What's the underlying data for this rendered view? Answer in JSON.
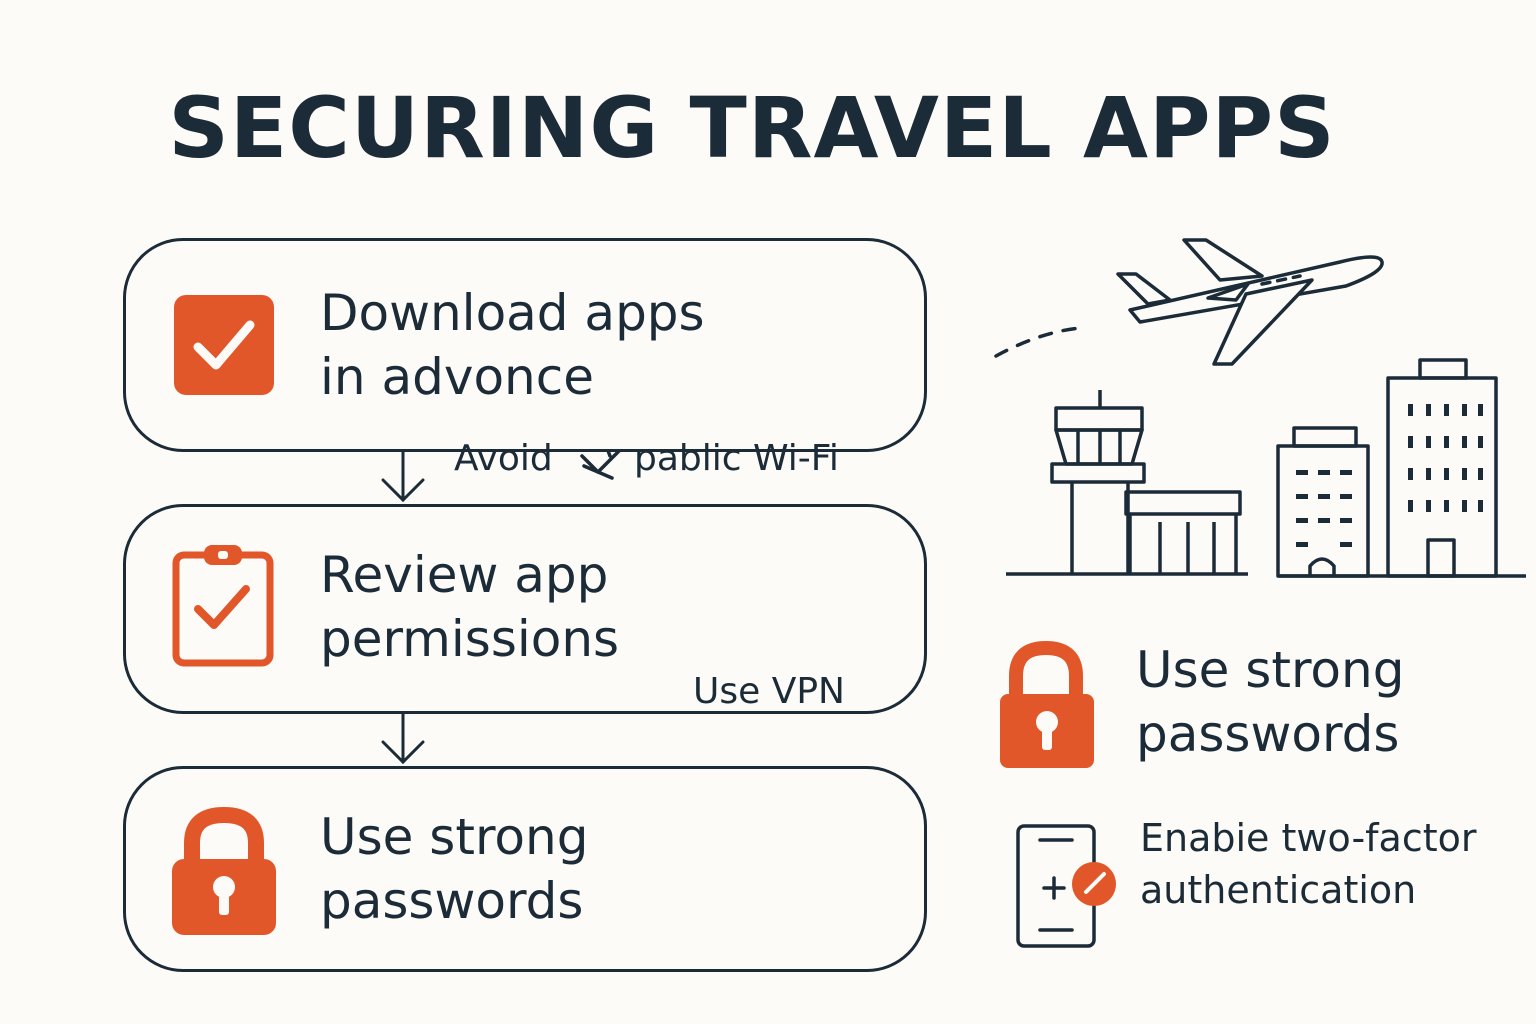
{
  "title": "SECURING TRAVEL APPS",
  "steps": [
    {
      "line1": "Download apps",
      "line2": "in advonce",
      "icon": "checkbox-checked-icon"
    },
    {
      "line1": "Review app",
      "line2": "permissions",
      "icon": "clipboard-check-icon"
    },
    {
      "line1": "Use strong",
      "line2": "passwords",
      "icon": "padlock-icon"
    }
  ],
  "connectors": {
    "wifi_part1": "Avoid",
    "wifi_part2": "pablic Wi-Fi",
    "vpn": "Use VPN"
  },
  "side": {
    "passwords": {
      "line1": "Use strong",
      "line2": "passwords",
      "icon": "padlock-icon"
    },
    "two_factor": {
      "line1": "Enabie two-factor",
      "line2": "authentication",
      "icon": "phone-2fa-icon"
    },
    "illustration_icons": [
      "airplane-icon",
      "control-tower-icon",
      "city-buildings-icon"
    ]
  },
  "colors": {
    "accent": "#e2572a",
    "ink": "#1c2b38",
    "background": "#fcfbf7"
  }
}
